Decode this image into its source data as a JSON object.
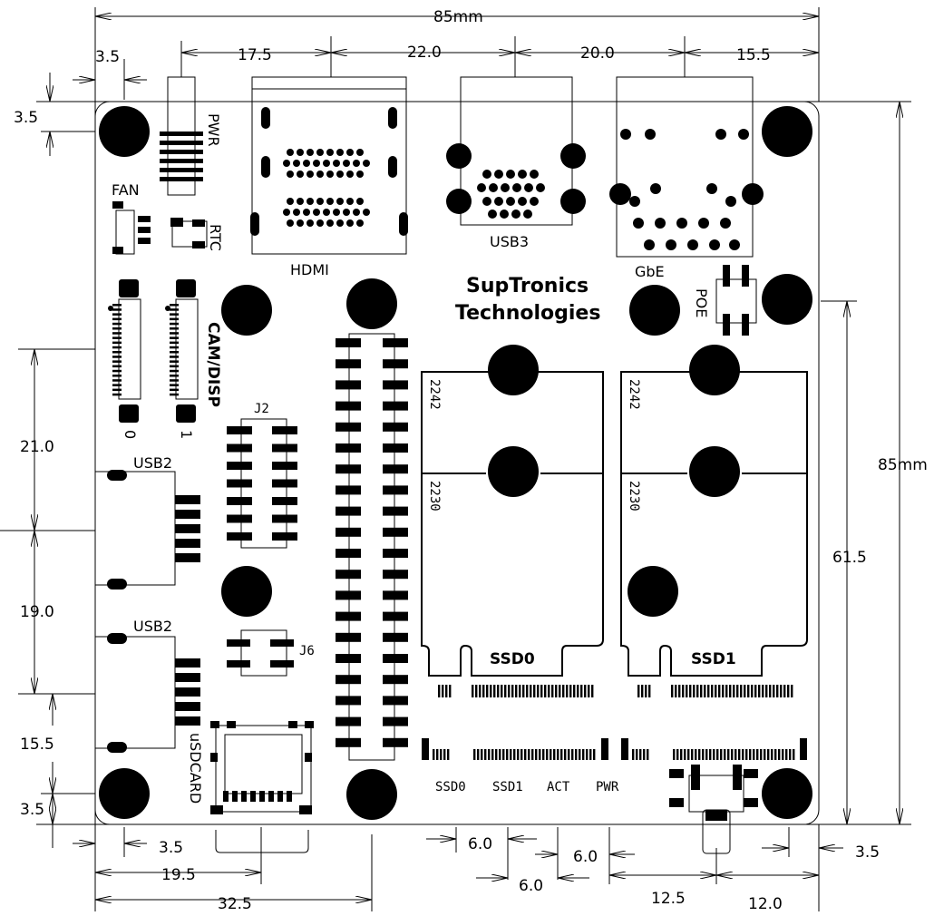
{
  "board": {
    "brand_line1": "SupTronics",
    "brand_line2": "Technologies"
  },
  "dimensions": {
    "top_total": "85mm",
    "top_3_5": "3.5",
    "top_17_5": "17.5",
    "top_22_0": "22.0",
    "top_20_0": "20.0",
    "top_15_5": "15.5",
    "left_3_5_top": "3.5",
    "left_21_0": "21.0",
    "left_19_0": "19.0",
    "left_15_5": "15.5",
    "left_3_5_bottom": "3.5",
    "right_total": "85mm",
    "right_61_5": "61.5",
    "bottom_3_5_left": "3.5",
    "bottom_19_5": "19.5",
    "bottom_32_5": "32.5",
    "bottom_6_0_a": "6.0",
    "bottom_6_0_b": "6.0",
    "bottom_6_0_c": "6.0",
    "bottom_12_5": "12.5",
    "bottom_12_0": "12.0",
    "bottom_3_5_right": "3.5"
  },
  "labels": {
    "pwr": "PWR",
    "fan": "FAN",
    "rtc": "RTC",
    "hdmi": "HDMI",
    "usb3": "USB3",
    "gbe": "GbE",
    "poe": "POE",
    "cam_disp": "CAM/DISP",
    "cam0": "0",
    "cam1": "1",
    "j2": "J2",
    "j6": "J6",
    "usb2_top": "USB2",
    "usb2_bottom": "USB2",
    "usdcard": "uSDCARD",
    "ssd0_2242": "2242",
    "ssd0_2230": "2230",
    "ssd1_2242": "2242",
    "ssd1_2230": "2230",
    "ssd0": "SSD0",
    "ssd1": "SSD1",
    "led_ssd0": "SSD0",
    "led_ssd1": "SSD1",
    "led_act": "ACT",
    "led_pwr": "PWR"
  }
}
